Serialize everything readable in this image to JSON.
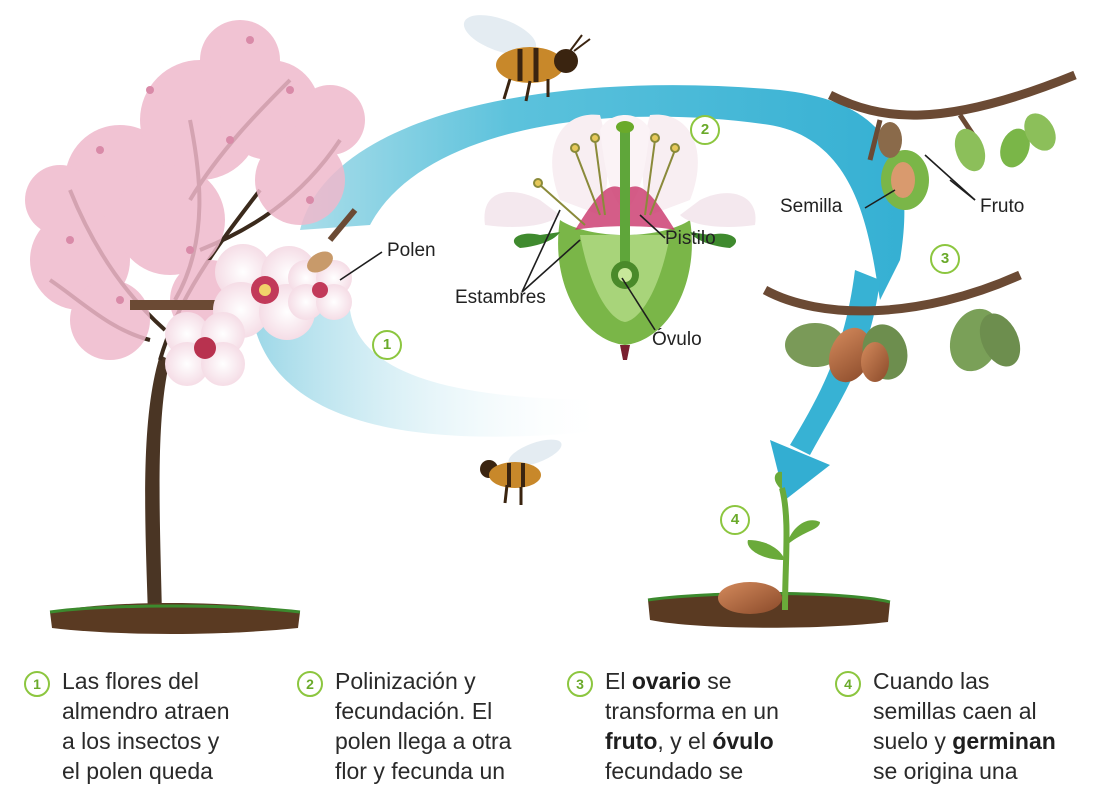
{
  "labels": {
    "polen": "Polen",
    "pistilo": "Pistilo",
    "estambres": "Estambres",
    "ovulo": "Óvulo",
    "semilla": "Semilla",
    "fruto": "Fruto"
  },
  "badges": [
    "1",
    "2",
    "3",
    "4"
  ],
  "captions": [
    {
      "num": "1",
      "lines": [
        "Las flores del",
        "almendro atraen",
        "a los insectos y",
        "el polen queda"
      ]
    },
    {
      "num": "2",
      "lines": [
        "Polinización y",
        "fecundación. El",
        "polen llega a otra",
        "flor y fecunda un"
      ]
    },
    {
      "num": "3",
      "pre": "El ",
      "bold1": "ovario",
      "post1": " se",
      "line2": "transforma en un",
      "bold2": "fruto",
      "mid2": ", y el ",
      "bold3": "óvulo",
      "line4": "fecundado se"
    },
    {
      "num": "4",
      "line1": "Cuando las",
      "line2": "semillas caen al",
      "pre3": "suelo y ",
      "bold3": "germinan",
      "line4": "se origina una"
    }
  ],
  "colors": {
    "arrow": "#3fb6d6",
    "badge": "#8cc63f",
    "blossom": "#f2c4d4",
    "soil": "#5a3a22",
    "leaf": "#6ea94a"
  }
}
